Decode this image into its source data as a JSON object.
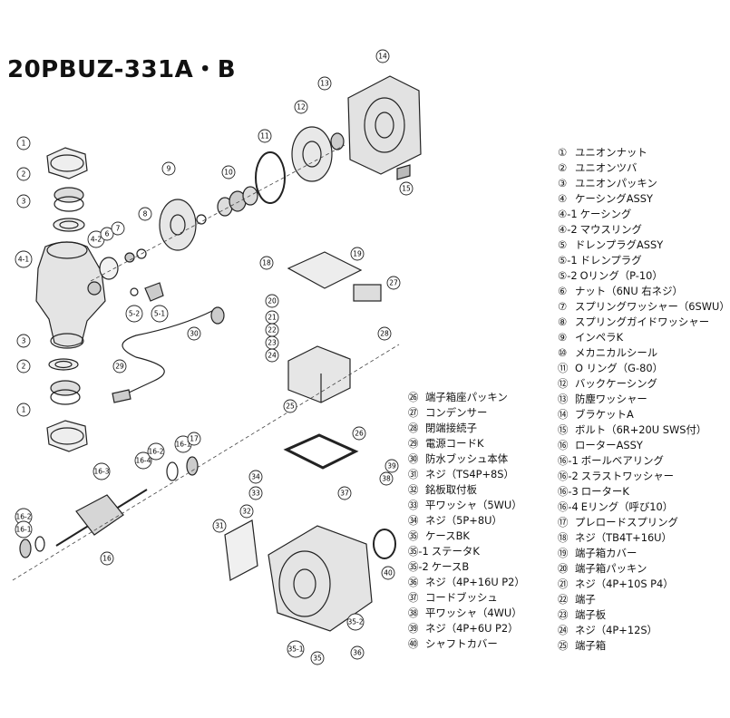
{
  "title": "20PBUZ-331A・B",
  "legend_right": [
    {
      "num": "①",
      "name": "ユニオンナット"
    },
    {
      "num": "②",
      "name": "ユニオンツバ"
    },
    {
      "num": "③",
      "name": "ユニオンパッキン"
    },
    {
      "num": "④",
      "name": "ケーシングASSY"
    },
    {
      "num": "④-1",
      "name": "ケーシング"
    },
    {
      "num": "④-2",
      "name": "マウスリング"
    },
    {
      "num": "⑤",
      "name": "ドレンプラグASSY"
    },
    {
      "num": "⑤-1",
      "name": "ドレンプラグ"
    },
    {
      "num": "⑤-2",
      "name": "Oリング（P-10）"
    },
    {
      "num": "⑥",
      "name": "ナット（6NU 右ネジ）"
    },
    {
      "num": "⑦",
      "name": "スプリングワッシャー（6SWU）"
    },
    {
      "num": "⑧",
      "name": "スプリングガイドワッシャー"
    },
    {
      "num": "⑨",
      "name": "インペラK"
    },
    {
      "num": "⑩",
      "name": "メカニカルシール"
    },
    {
      "num": "⑪",
      "name": "O リング（G-80）"
    },
    {
      "num": "⑫",
      "name": "バックケーシング"
    },
    {
      "num": "⑬",
      "name": "防塵ワッシャー"
    },
    {
      "num": "⑭",
      "name": "ブラケットA"
    },
    {
      "num": "⑮",
      "name": "ボルト（6R+20U SWS付）"
    },
    {
      "num": "⑯",
      "name": "ローターASSY"
    },
    {
      "num": "⑯-1",
      "name": "ボールベアリング"
    },
    {
      "num": "⑯-2",
      "name": "スラストワッシャー"
    },
    {
      "num": "⑯-3",
      "name": "ローターK"
    },
    {
      "num": "⑯-4",
      "name": "Eリング（呼び10）"
    },
    {
      "num": "⑰",
      "name": "プレロードスプリング"
    },
    {
      "num": "⑱",
      "name": "ネジ（TB4T+16U）"
    },
    {
      "num": "⑲",
      "name": "端子箱カバー"
    },
    {
      "num": "⑳",
      "name": "端子箱パッキン"
    },
    {
      "num": "㉑",
      "name": "ネジ（4P+10S P4）"
    },
    {
      "num": "㉒",
      "name": "端子"
    },
    {
      "num": "㉓",
      "name": "端子板"
    },
    {
      "num": "㉔",
      "name": "ネジ（4P+12S）"
    },
    {
      "num": "㉕",
      "name": "端子箱"
    }
  ],
  "legend_left": [
    {
      "num": "㉖",
      "name": "端子箱座パッキン"
    },
    {
      "num": "㉗",
      "name": "コンデンサー"
    },
    {
      "num": "㉘",
      "name": "閉端接続子"
    },
    {
      "num": "㉙",
      "name": "電源コードK"
    },
    {
      "num": "㉚",
      "name": "防水ブッシュ本体"
    },
    {
      "num": "㉛",
      "name": "ネジ（TS4P+8S）"
    },
    {
      "num": "㉜",
      "name": "銘板取付板"
    },
    {
      "num": "㉝",
      "name": "平ワッシャ（5WU）"
    },
    {
      "num": "㉞",
      "name": "ネジ（5P+8U）"
    },
    {
      "num": "㉟",
      "name": "ケースBK"
    },
    {
      "num": "㉟-1",
      "name": "ステータK"
    },
    {
      "num": "㉟-2",
      "name": "ケースB"
    },
    {
      "num": "㊱",
      "name": "ネジ（4P+16U P2）"
    },
    {
      "num": "㊲",
      "name": "コードブッシュ"
    },
    {
      "num": "㊳",
      "name": "平ワッシャ（4WU）"
    },
    {
      "num": "㊴",
      "name": "ネジ（4P+6U P2）"
    },
    {
      "num": "㊵",
      "name": "シャフトカバー"
    }
  ],
  "callouts": [
    "1",
    "2",
    "3",
    "4-1",
    "4-2",
    "5-2",
    "5-1",
    "6",
    "7",
    "8",
    "9",
    "10",
    "11",
    "12",
    "13",
    "14",
    "15",
    "3",
    "2",
    "1",
    "18",
    "19",
    "20",
    "21",
    "22",
    "23",
    "24",
    "25",
    "27",
    "28",
    "29",
    "30",
    "26",
    "16-3",
    "16-4",
    "16-2",
    "16-1",
    "17",
    "16-2",
    "16-1",
    "16",
    "31",
    "32",
    "33",
    "34",
    "37",
    "38",
    "39",
    "40",
    "35-1",
    "35",
    "35-2",
    "36"
  ]
}
